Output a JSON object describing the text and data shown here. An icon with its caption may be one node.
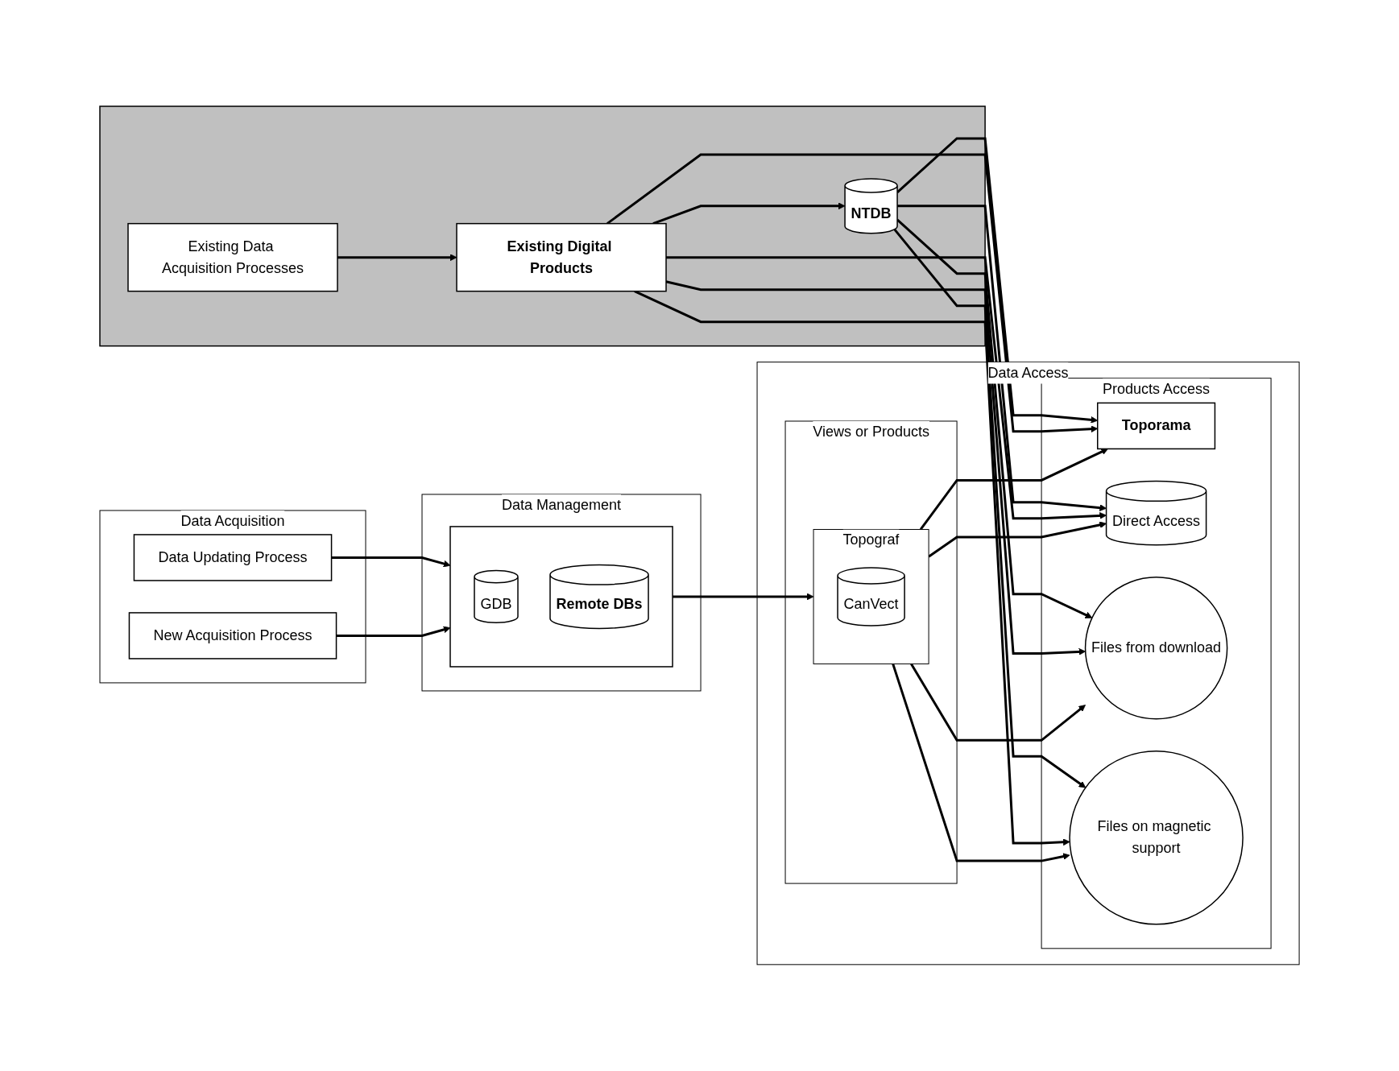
{
  "diagram": {
    "nodes": [
      {
        "text": [
          "Data Acquisition"
        ]
      },
      {
        "text": [
          "Data Updating Process"
        ],
        "in": 0
      },
      {
        "text": [
          "New Acquisition Process"
        ],
        "in": 0
      },
      {
        "text": [
          "Data Management"
        ]
      },
      {
        "text": [],
        "shape": "box",
        "in": 3
      },
      {
        "text": [
          "GDB"
        ],
        "in": 4
      },
      {
        "text": [
          "Remote DBs"
        ],
        "in": 4
      },
      {
        "text": [
          "Data Access"
        ]
      },
      {
        "text": [
          "Views or Products"
        ],
        "in": 7
      },
      {
        "text": [
          "Topograf"
        ],
        "in": 8
      },
      {
        "text": [
          "CanVect"
        ],
        "in": 9
      },
      {
        "text": [
          "Products Access"
        ],
        "in": 7
      },
      {
        "text": [
          "Toporama"
        ],
        "in": 11
      },
      {
        "text": [
          "Direct Access"
        ],
        "in": 11
      },
      {
        "text": [
          "Files from download"
        ],
        "in": 11
      },
      {
        "text": [
          "Files on magnetic support"
        ],
        "in": 11
      },
      {
        "text": [],
        "shape": "box"
      },
      {
        "text": [
          "NTDB"
        ],
        "in": 16
      },
      {
        "text": [
          "Existing Data Acquisition Processes"
        ],
        "in": 16
      },
      {
        "text": [
          "Existing Digital Products"
        ],
        "in": 16
      }
    ],
    "edges": [
      {
        "from": 1,
        "to": 4,
        "arrow": "to"
      },
      {
        "from": 2,
        "to": 4,
        "arrow": "to"
      },
      {
        "from": 4,
        "to": 9,
        "arrow": "to"
      },
      {
        "from": 9,
        "to": 12,
        "arrow": "to"
      },
      {
        "from": 9,
        "to": 13,
        "arrow": "to"
      },
      {
        "from": 9,
        "to": 14,
        "arrow": "to"
      },
      {
        "from": 9,
        "to": 15,
        "arrow": "to"
      },
      {
        "from": 17,
        "to": 12,
        "arrow": "to"
      },
      {
        "from": 17,
        "to": 13,
        "arrow": "to"
      },
      {
        "from": 17,
        "to": 14,
        "arrow": "to"
      },
      {
        "from": 17,
        "to": 15,
        "arrow": "to"
      },
      {
        "from": 19,
        "to": 12,
        "arrow": "to"
      },
      {
        "from": 19,
        "to": 13,
        "arrow": "to"
      },
      {
        "from": 19,
        "to": 14,
        "arrow": "to"
      },
      {
        "from": 19,
        "to": 15,
        "arrow": "to"
      },
      {
        "from": 19,
        "to": 17,
        "arrow": "to"
      },
      {
        "from": 18,
        "to": 19,
        "arrow": "to"
      }
    ]
  }
}
